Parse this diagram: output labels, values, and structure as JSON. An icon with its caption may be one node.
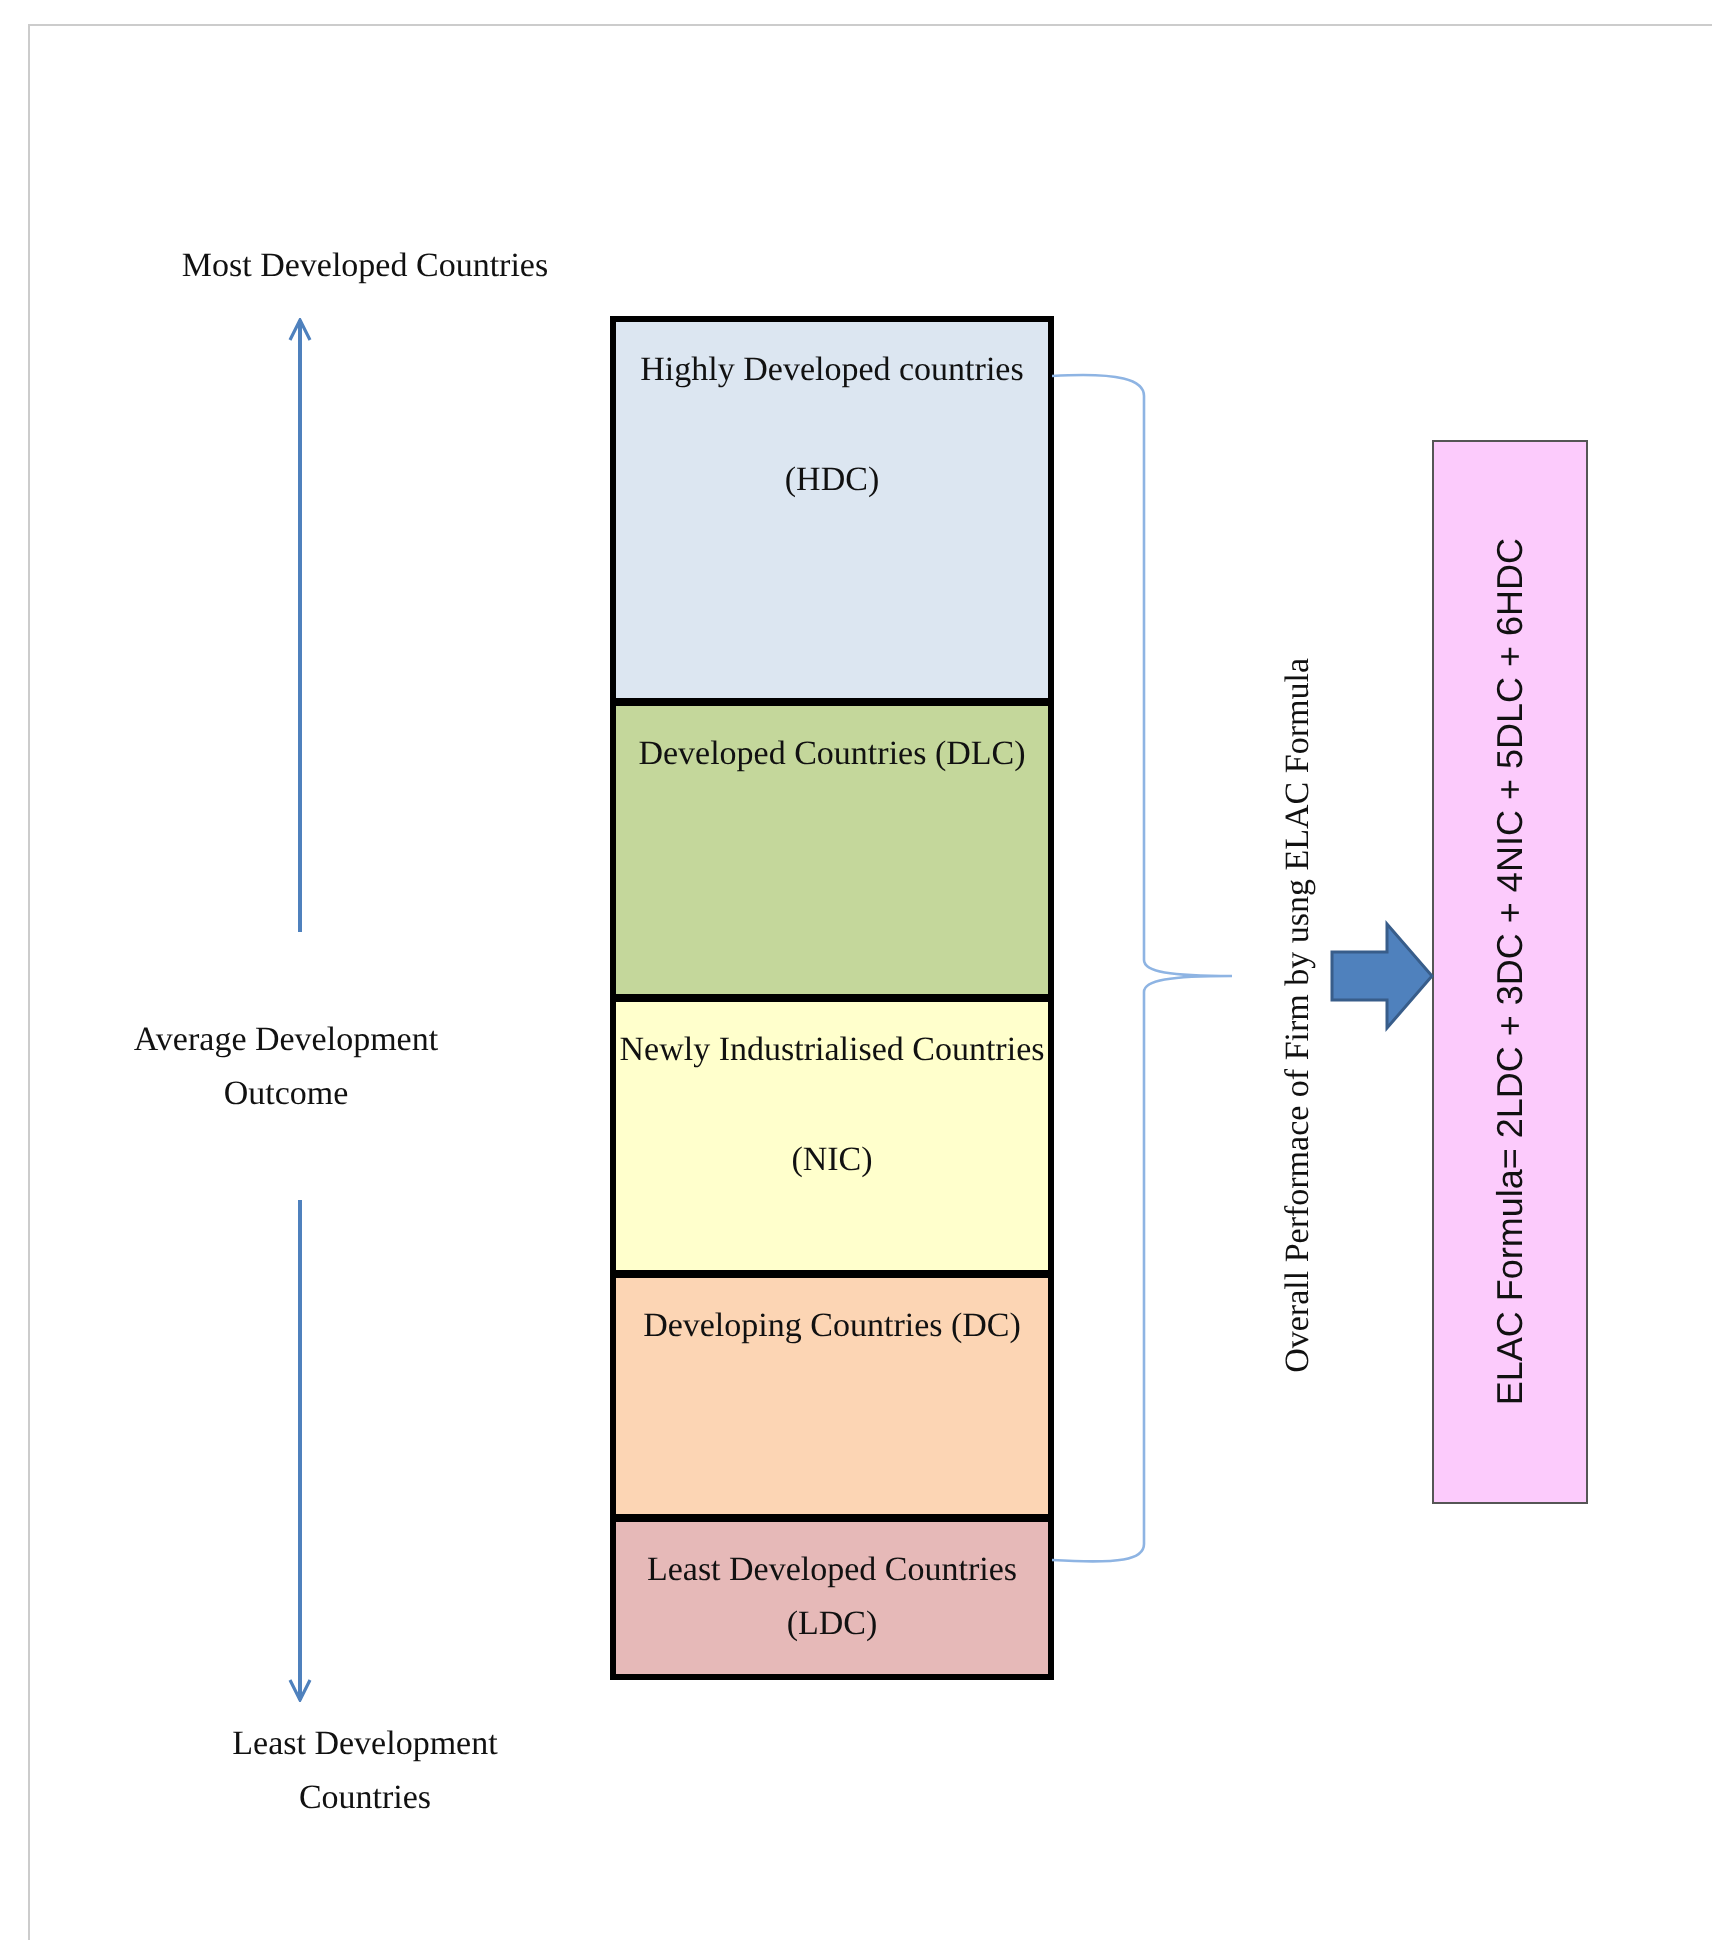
{
  "diagram": {
    "nodes": [
      {
        "text": [
          "Most Developed Countries"
        ]
      },
      {
        "text": [
          "Average Development Outcome"
        ]
      },
      {
        "text": [
          "Least Development Countries"
        ]
      },
      {
        "text": [
          "Highly Developed countries",
          "(HDC)"
        ]
      },
      {
        "text": [
          "Developed Countries (DLC)"
        ]
      },
      {
        "text": [
          "Newly Industrialised Countries",
          "(NIC)"
        ]
      },
      {
        "text": [
          "Developing Countries (DC)"
        ]
      },
      {
        "text": [
          "Least Developed Countries (LDC)"
        ]
      },
      {
        "text": [
          "Overall Performace of Firm by usng ELAC Formula"
        ]
      },
      {
        "text": [
          "ELAC Formula= 2LDC + 3DC + 4NIC + 5DLC + 6HDC"
        ]
      }
    ],
    "edges": [
      {
        "from": 1,
        "to": 0,
        "arrow": "to"
      },
      {
        "from": 1,
        "to": 2,
        "arrow": "to"
      },
      {
        "from": 8,
        "to": 9,
        "arrow": "to",
        "style": "thick"
      }
    ]
  }
}
